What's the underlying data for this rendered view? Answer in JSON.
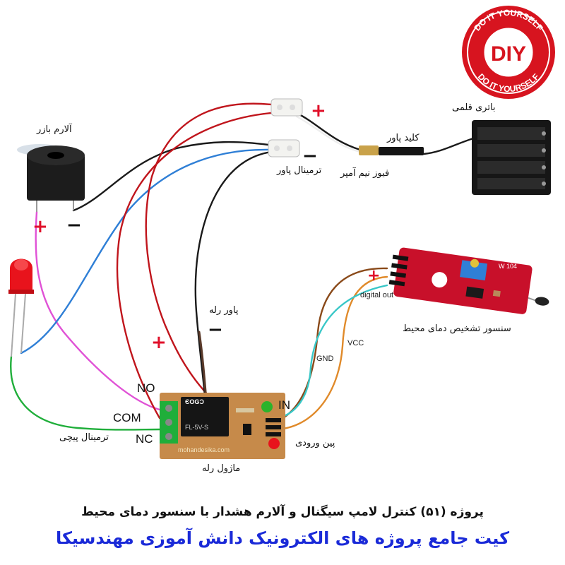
{
  "labels": {
    "buzzer": "آلارم بازر",
    "battery": "باتری قلمی",
    "power_switch": "کلید پاور",
    "fuse": "فیوز نیم آمپر",
    "power_terminal": "ترمینال پاور",
    "relay_power": "پاور رله",
    "sensor": "سنسور تشخیص  دمای محیط",
    "digital_out": "digital out",
    "gnd": "GND",
    "vcc": "VCC",
    "input_pin": "پین ورودی",
    "screw_terminal": "ترمینال پیچی",
    "relay_module": "ماژول رله",
    "no": "NO",
    "com": "COM",
    "nc": "NC",
    "in": "IN"
  },
  "signs": {
    "plus": "+",
    "minus": "−"
  },
  "pcb": {
    "relay_brand": "ЄOGƆ",
    "site": "mohandesika.com",
    "sensor_pot": "W 104",
    "relay_model": "FL-5V-S"
  },
  "logo": {
    "text_top": "DO IT YOURSELF",
    "text_bottom": "DO IT YOURSELF",
    "center": "DIY"
  },
  "captions": {
    "project": "پروژه (۵۱) کنترل لامپ سیگنال و آلارم هشدار با سنسور دمای محیط",
    "kit": "کیت جامع پروژه های الکترونیک دانش آموزی مهندسیکا"
  },
  "colors": {
    "wire_red": "#c0151c",
    "wire_black": "#1a1a1a",
    "wire_blue": "#2f7fd6",
    "wire_magenta": "#e052d6",
    "wire_green": "#1fae3a",
    "wire_brown": "#8a4a1a",
    "wire_orange": "#e08a2a",
    "wire_cyan": "#38c7c7",
    "caption_blue": "#1a2ad8",
    "logo_red": "#d7141f"
  }
}
